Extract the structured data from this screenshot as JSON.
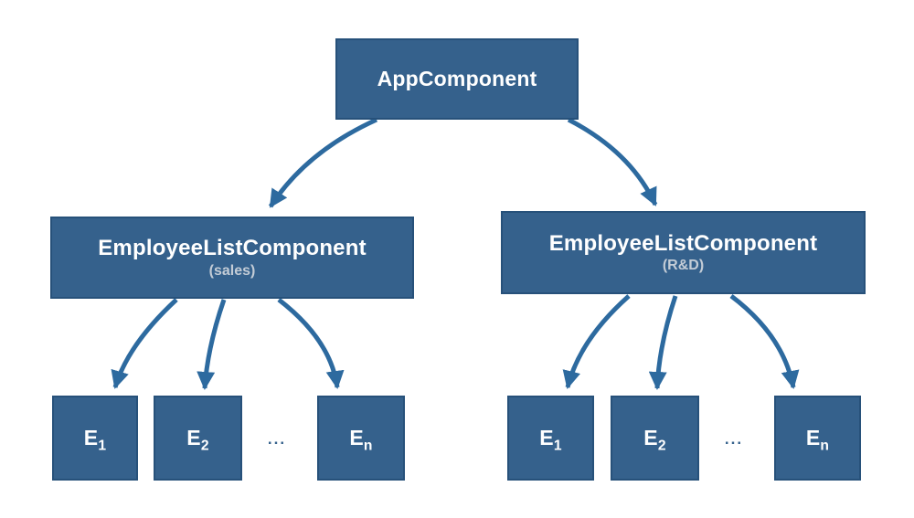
{
  "colors": {
    "node_fill": "#35618c",
    "node_border": "#27517a",
    "arrow": "#2d6a9f",
    "node_text": "#ffffff",
    "sublabel_text": "#c3ccd6",
    "ellipsis": "#35618c",
    "canvas_bg": "#ffffff"
  },
  "root": {
    "label": "AppComponent"
  },
  "groups": [
    {
      "label": "EmployeeListComponent",
      "sublabel": "(sales)",
      "ellipsis": "...",
      "leaves": [
        {
          "base": "E",
          "sub": "1"
        },
        {
          "base": "E",
          "sub": "2"
        },
        {
          "base": "E",
          "sub": "n"
        }
      ]
    },
    {
      "label": "EmployeeListComponent",
      "sublabel": "(R&D)",
      "ellipsis": "...",
      "leaves": [
        {
          "base": "E",
          "sub": "1"
        },
        {
          "base": "E",
          "sub": "2"
        },
        {
          "base": "E",
          "sub": "n"
        }
      ]
    }
  ]
}
